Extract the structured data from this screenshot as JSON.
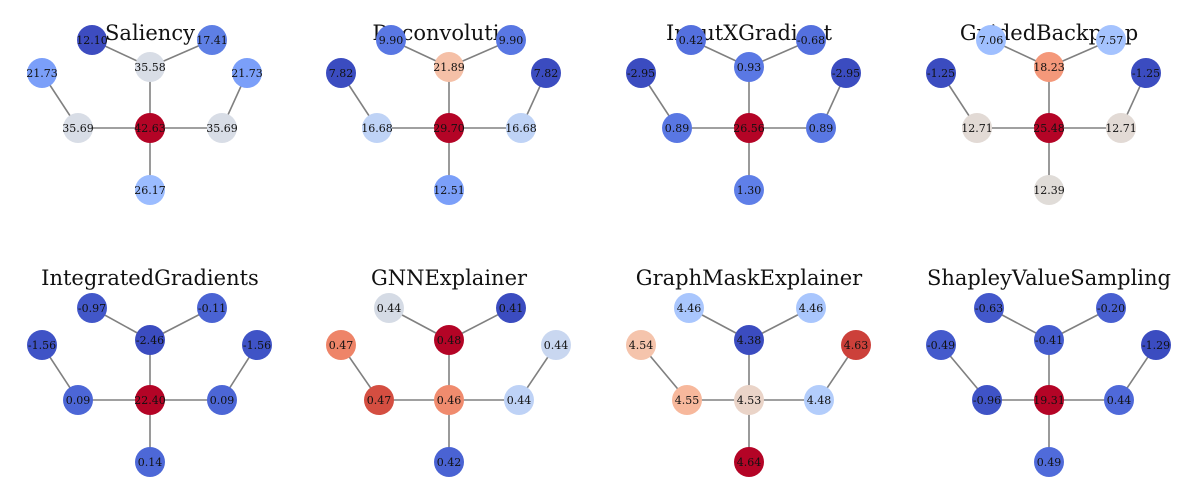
{
  "figure": {
    "panels": [
      {
        "title": "Saliency",
        "nodes": [
          {
            "value": "12.10",
            "color": "#3d4cc0"
          },
          {
            "value": "17.41",
            "color": "#5e7fe5"
          },
          {
            "value": "35.58",
            "color": "#d8dde6"
          },
          {
            "value": "21.73",
            "color": "#7b9ff9"
          },
          {
            "value": "21.73",
            "color": "#7b9ff9"
          },
          {
            "value": "35.69",
            "color": "#d8dde6"
          },
          {
            "value": "42.63",
            "color": "#b40426"
          },
          {
            "value": "35.69",
            "color": "#d8dde6"
          },
          {
            "value": "26.17",
            "color": "#9bbcff"
          }
        ]
      },
      {
        "title": "Deconvolution",
        "nodes": [
          {
            "value": "9.90",
            "color": "#5977e3"
          },
          {
            "value": "9.90",
            "color": "#5977e3"
          },
          {
            "value": "21.89",
            "color": "#f5c0a7"
          },
          {
            "value": "7.82",
            "color": "#3b4cc0"
          },
          {
            "value": "7.82",
            "color": "#3b4cc0"
          },
          {
            "value": "16.68",
            "color": "#bfd3f6"
          },
          {
            "value": "29.70",
            "color": "#b40426"
          },
          {
            "value": "16.68",
            "color": "#bfd3f6"
          },
          {
            "value": "12.51",
            "color": "#7b9ff9"
          }
        ]
      },
      {
        "title": "InputXGradient",
        "nodes": [
          {
            "value": "0.42",
            "color": "#5470de"
          },
          {
            "value": "-0.68",
            "color": "#5470de"
          },
          {
            "value": "0.93",
            "color": "#5a78e4"
          },
          {
            "value": "-2.95",
            "color": "#3b4cc0"
          },
          {
            "value": "-2.95",
            "color": "#3b4cc0"
          },
          {
            "value": "0.89",
            "color": "#5977e3"
          },
          {
            "value": "26.56",
            "color": "#b40426"
          },
          {
            "value": "0.89",
            "color": "#5977e3"
          },
          {
            "value": "1.30",
            "color": "#5f7fe8"
          }
        ]
      },
      {
        "title": "GuidedBackprop",
        "nodes": [
          {
            "value": "7.06",
            "color": "#9fbfff"
          },
          {
            "value": "7.57",
            "color": "#a5c3fe"
          },
          {
            "value": "18.23",
            "color": "#f4987a"
          },
          {
            "value": "-1.25",
            "color": "#3b4cc0"
          },
          {
            "value": "-1.25",
            "color": "#3b4cc0"
          },
          {
            "value": "12.71",
            "color": "#e2dad5"
          },
          {
            "value": "25.48",
            "color": "#b40426"
          },
          {
            "value": "12.71",
            "color": "#e2dad5"
          },
          {
            "value": "12.39",
            "color": "#e0dcd8"
          }
        ]
      },
      {
        "title": "IntegratedGradients",
        "nodes": [
          {
            "value": "-0.97",
            "color": "#4257c9"
          },
          {
            "value": "-0.11",
            "color": "#4a63d3"
          },
          {
            "value": "-2.46",
            "color": "#3b4cc0"
          },
          {
            "value": "-1.56",
            "color": "#3f53c6"
          },
          {
            "value": "-1.56",
            "color": "#3f53c6"
          },
          {
            "value": "0.09",
            "color": "#4c66d6"
          },
          {
            "value": "22.40",
            "color": "#b40426"
          },
          {
            "value": "0.09",
            "color": "#4c66d6"
          },
          {
            "value": "0.14",
            "color": "#4d68d7"
          }
        ]
      },
      {
        "title": "GNNExplainer",
        "nodes": [
          {
            "value": "0.44",
            "color": "#d5dbe5"
          },
          {
            "value": "0.41",
            "color": "#3b4cc0"
          },
          {
            "value": "0.48",
            "color": "#b40426"
          },
          {
            "value": "0.47",
            "color": "#ee8468"
          },
          {
            "value": "0.44",
            "color": "#c9d7f0"
          },
          {
            "value": "0.47",
            "color": "#d44e41"
          },
          {
            "value": "0.46",
            "color": "#f08b6e"
          },
          {
            "value": "0.44",
            "color": "#bed2f6"
          },
          {
            "value": "0.42",
            "color": "#4a63d3"
          }
        ]
      },
      {
        "title": "GraphMaskExplainer",
        "nodes": [
          {
            "value": "4.46",
            "color": "#a9c6fd"
          },
          {
            "value": "4.46",
            "color": "#a9c6fd"
          },
          {
            "value": "4.38",
            "color": "#3b4cc0"
          },
          {
            "value": "4.54",
            "color": "#f5c4ac"
          },
          {
            "value": "4.63",
            "color": "#cc403a"
          },
          {
            "value": "4.55",
            "color": "#f7b89c"
          },
          {
            "value": "4.53",
            "color": "#ead4c8"
          },
          {
            "value": "4.48",
            "color": "#b3cdfb"
          },
          {
            "value": "4.64",
            "color": "#b40426"
          }
        ]
      },
      {
        "title": "ShapleyValueSampling",
        "nodes": [
          {
            "value": "-0.63",
            "color": "#4358cb"
          },
          {
            "value": "-0.20",
            "color": "#485fd1"
          },
          {
            "value": "-0.41",
            "color": "#455cce"
          },
          {
            "value": "-0.49",
            "color": "#445acc"
          },
          {
            "value": "-1.29",
            "color": "#3b4cc0"
          },
          {
            "value": "-0.96",
            "color": "#3f53c6"
          },
          {
            "value": "19.31",
            "color": "#b40426"
          },
          {
            "value": "0.44",
            "color": "#4f69d9"
          },
          {
            "value": "0.49",
            "color": "#506bda"
          }
        ]
      }
    ]
  }
}
